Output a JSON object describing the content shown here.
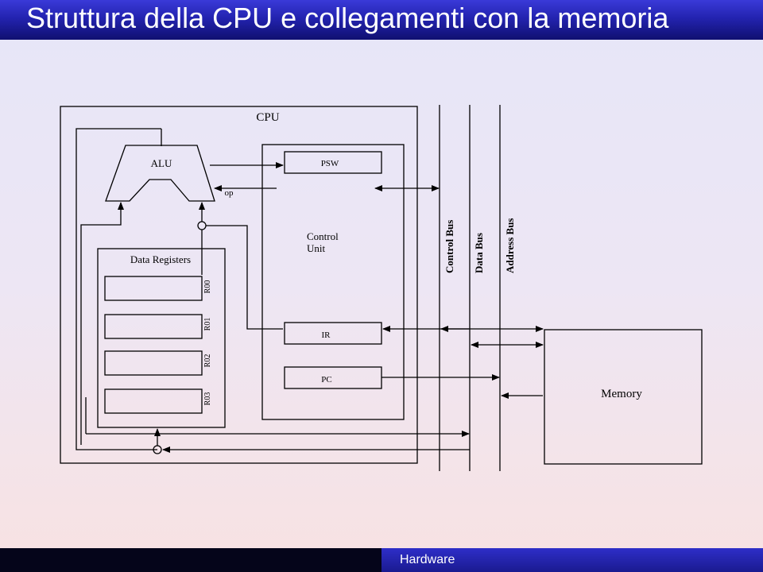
{
  "slide": {
    "title": "Struttura della CPU e collegamenti con la memoria",
    "footer": "Hardware"
  },
  "diagram": {
    "cpu_label": "CPU",
    "alu_label": "ALU",
    "psw_label": "PSW",
    "op_label": "op",
    "control_unit_line1": "Control",
    "control_unit_line2": "Unit",
    "data_registers_label": "Data Registers",
    "registers": [
      "R00",
      "R01",
      "R02",
      "R03"
    ],
    "ir_label": "IR",
    "pc_label": "PC",
    "memory_label": "Memory",
    "buses": [
      "Control Bus",
      "Data Bus",
      "Address Bus"
    ]
  }
}
